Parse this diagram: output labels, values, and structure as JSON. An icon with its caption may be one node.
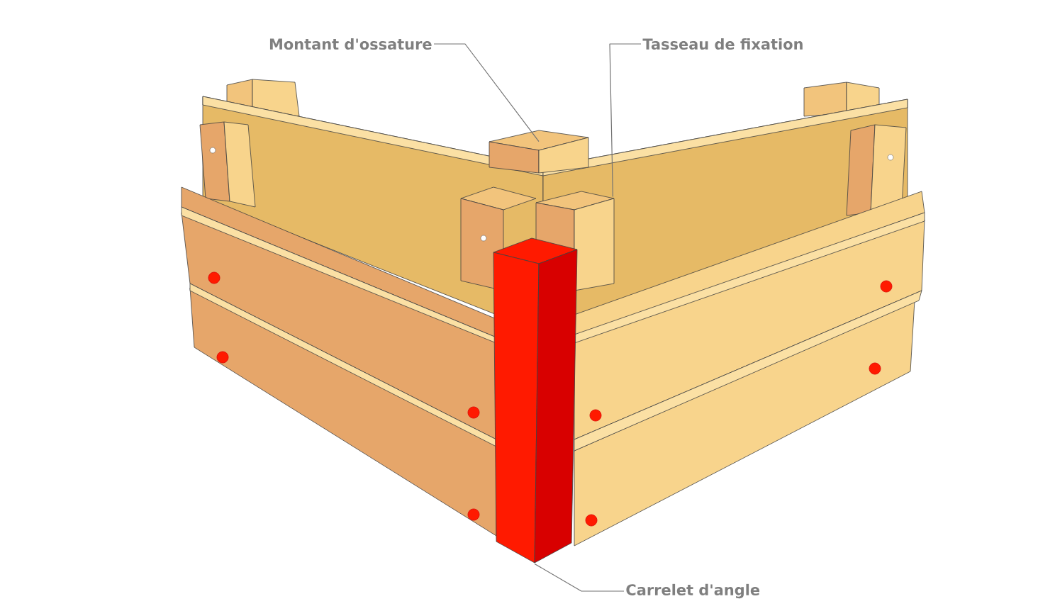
{
  "diagram": {
    "nodes": [
      {
        "text": [
          "Montant d'ossature"
        ]
      },
      {
        "text": [],
        "shape": "box"
      },
      {
        "text": [
          "Tasseau de fixation"
        ]
      },
      {
        "text": [],
        "shape": "box"
      },
      {
        "text": [
          "Carrelet d'angle"
        ]
      },
      {
        "text": [],
        "shape": "box"
      }
    ],
    "edges": [
      {
        "from": 0,
        "to": 1,
        "arrow": "none"
      },
      {
        "from": 2,
        "to": 3,
        "arrow": "none"
      },
      {
        "from": 4,
        "to": 5,
        "arrow": "none"
      }
    ]
  }
}
